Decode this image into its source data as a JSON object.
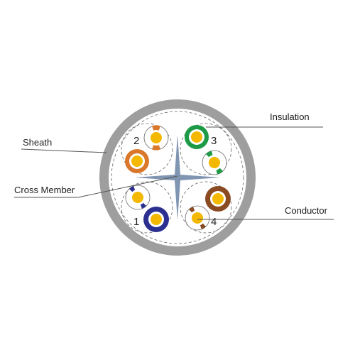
{
  "labels": {
    "sheath": "Sheath",
    "insulation": "Insulation",
    "cross_member": "Cross Member",
    "conductor": "Conductor"
  },
  "pairs": {
    "pair1": {
      "number": "1",
      "color": "#2b2f8f",
      "stripe_color": "#2b2f8f",
      "stripe_name": "blue-white"
    },
    "pair2": {
      "number": "2",
      "color": "#d9772a",
      "stripe_color": "#d9772a",
      "stripe_name": "orange-white"
    },
    "pair3": {
      "number": "3",
      "color": "#1c9a45",
      "stripe_color": "#1c9a45",
      "stripe_name": "green-white"
    },
    "pair4": {
      "number": "4",
      "color": "#8a4a22",
      "stripe_color": "#8a4a22",
      "stripe_name": "brown-white"
    }
  },
  "colors": {
    "sheath": "#9e9e9e",
    "inner_fill": "#ffffff",
    "cross_member": "#7f95b1",
    "conductor": "#f4b800",
    "conductor_ring": "#ffffff"
  }
}
